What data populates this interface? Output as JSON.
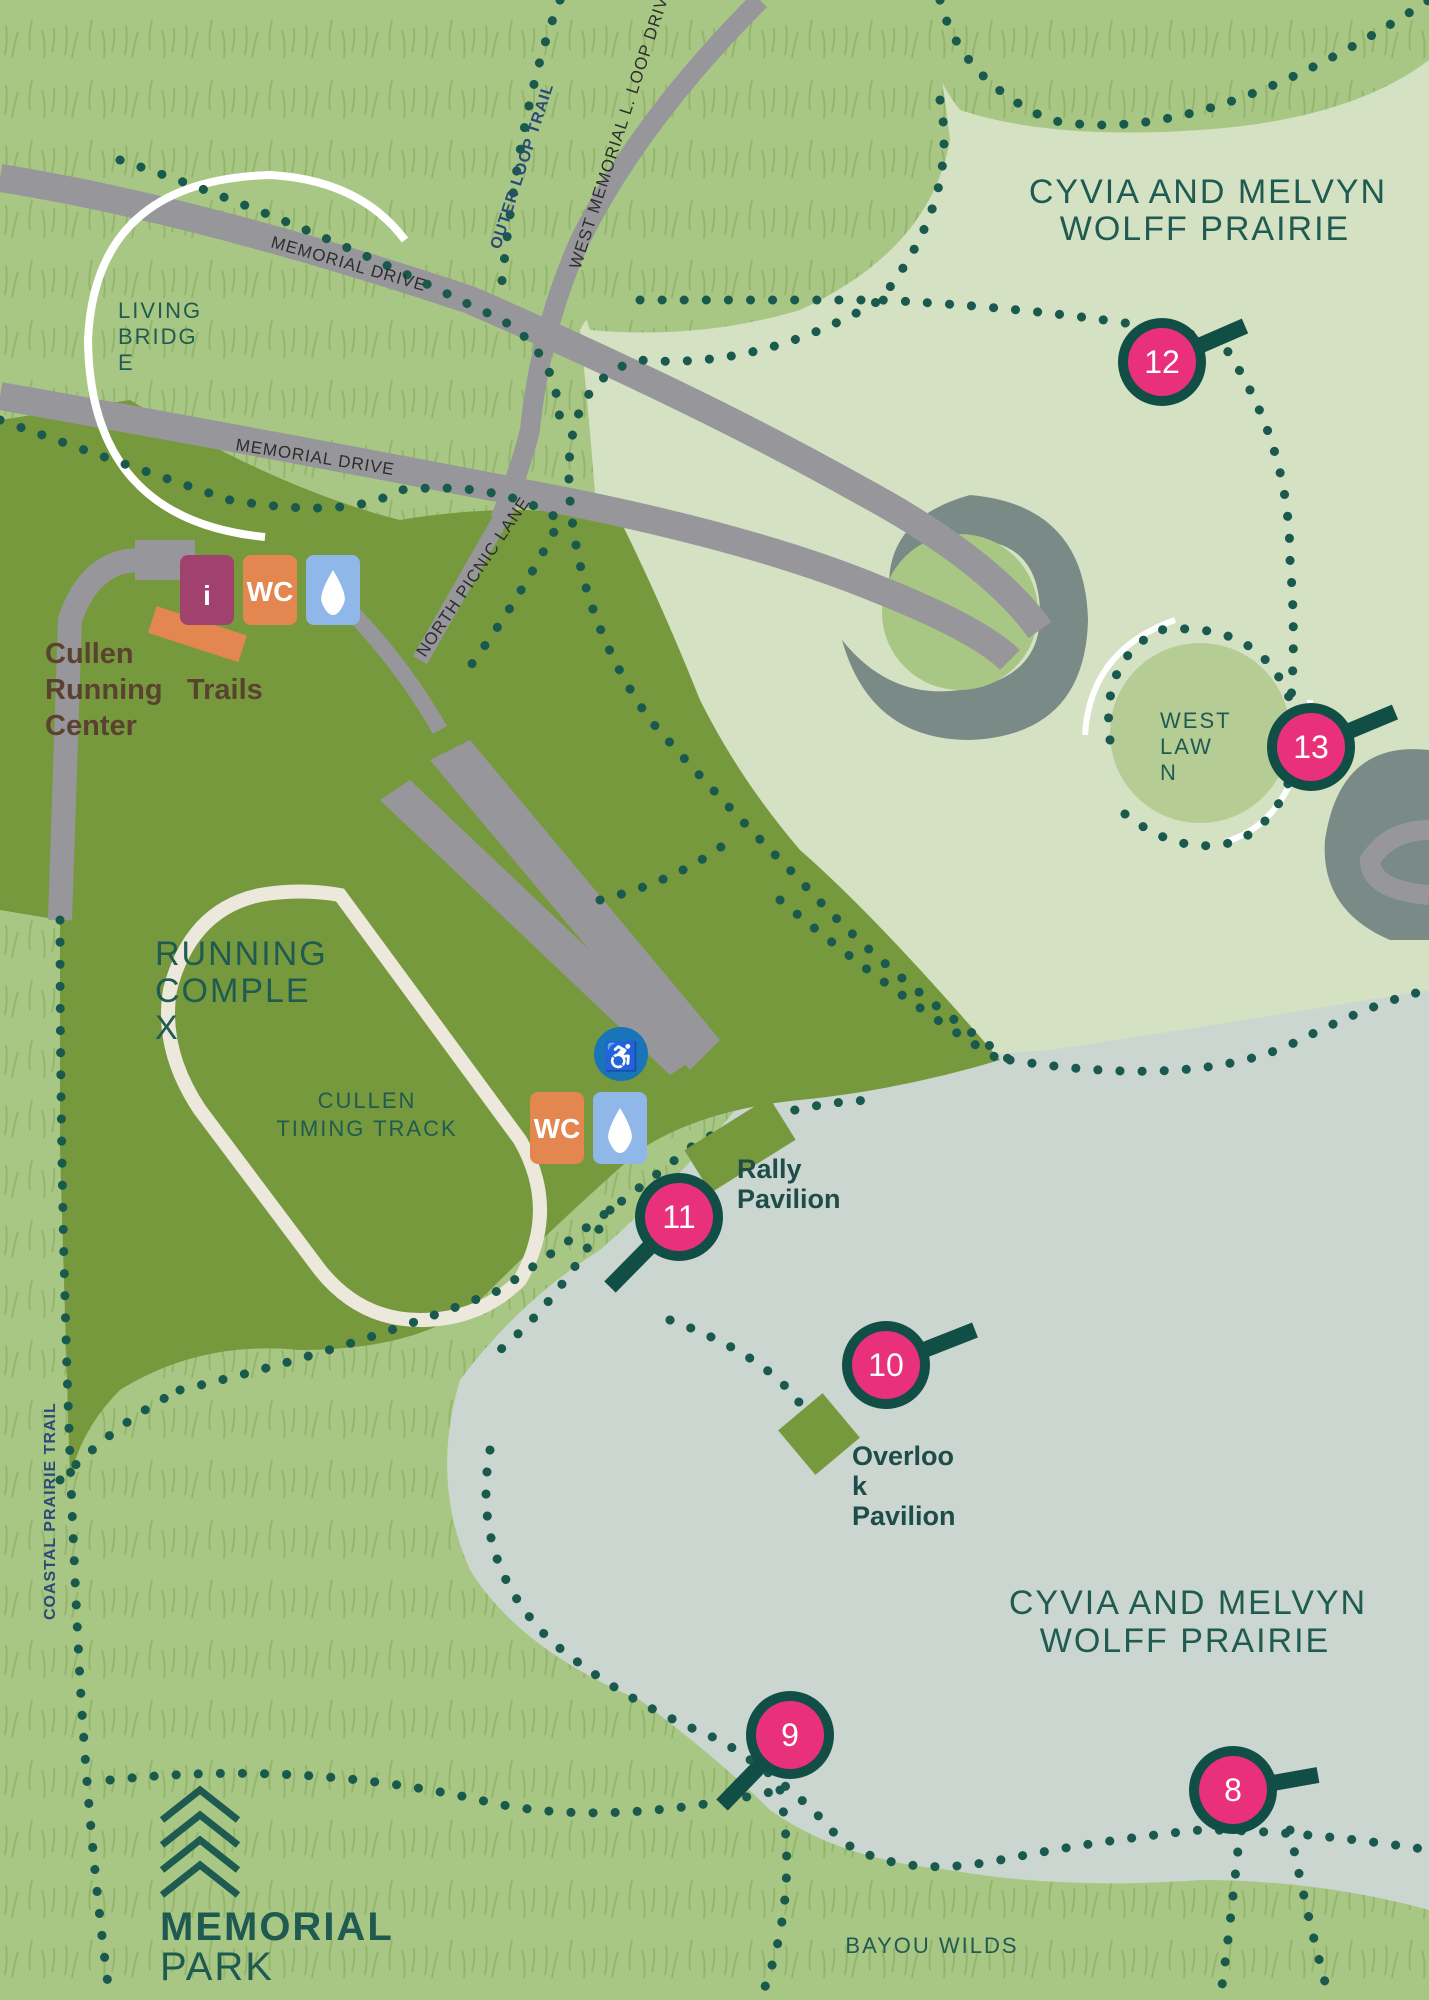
{
  "map": {
    "colors": {
      "grass": "#a9c784",
      "prairie_light": "#d4e1c2",
      "prairie_blue": "#cad6cf",
      "complex_green": "#77993e",
      "road": "#97979b",
      "trail_dots": "#1a5a4e",
      "marker_pink": "#e8317a",
      "marker_ring": "#114e45",
      "pond": "#7a8a86",
      "wc_orange": "#e4864f",
      "info_purple": "#a0426d",
      "water_blue": "#8fb8e8",
      "access_blue": "#1a74b8"
    },
    "areas": {
      "prairie_north_line1": "CYVIA AND MELVYN",
      "prairie_north_line2": "WOLFF PRAIRIE",
      "prairie_south_line1": "CYVIA AND MELVYN",
      "prairie_south_line2": "WOLFF PRAIRIE",
      "running_complex_line1": "RUNNING",
      "running_complex_line2": "COMPLE",
      "running_complex_line3": "X",
      "timing_track_line1": "CULLEN",
      "timing_track_line2": "TIMING TRACK",
      "west_lawn_line1": "WEST",
      "west_lawn_line2": "LAW",
      "west_lawn_line3": "N",
      "living_bridge_line1": "LIVING",
      "living_bridge_line2": "BRIDG",
      "living_bridge_line3": "E",
      "bayou_wilds": "BAYOU WILDS"
    },
    "roads": {
      "memorial_drive_upper": "MEMORIAL DRIVE",
      "memorial_drive_lower": "MEMORIAL DRIVE",
      "west_memorial_loop": "WEST MEMORIAL L. LOOP DRIVE",
      "north_picnic_lane": "NORTH PICNIC LANE"
    },
    "trails": {
      "outer_loop": "OUTER LOOP TRAIL",
      "coastal_prairie": "COASTAL PRAIRIE TRAIL"
    },
    "buildings": {
      "running_center_line1": "Cullen",
      "running_center_line2": "Running",
      "running_center_line3": "Center",
      "trails": "Trails",
      "rally_line1": "Rally",
      "rally_line2": "Pavilion",
      "overlook_line1": "Overloo",
      "overlook_line2": "k",
      "overlook_line3": "Pavilion"
    },
    "amenities": {
      "info": "i",
      "wc_top": "WC",
      "wc_bottom": "WC"
    },
    "markers": [
      "12",
      "13",
      "11",
      "10",
      "9",
      "8"
    ],
    "logo": {
      "line1": "MEMORIAL",
      "line2": "PARK"
    }
  }
}
